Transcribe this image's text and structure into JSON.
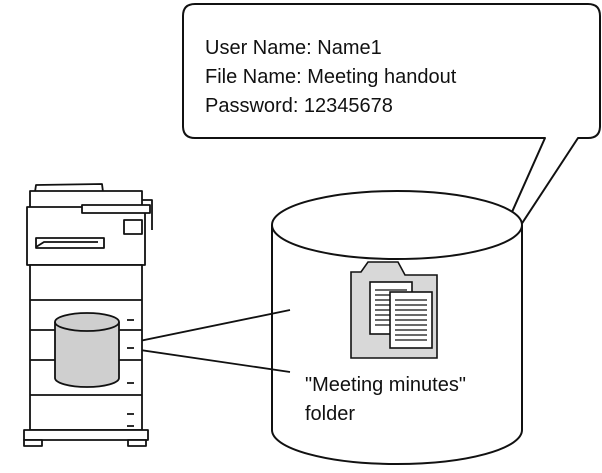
{
  "callout": {
    "user_name": "User Name: Name1",
    "file_name": "File Name: Meeting handout",
    "password": "Password: 12345678"
  },
  "folder": {
    "label_line1": "\"Meeting minutes\"",
    "label_line2": "folder"
  },
  "icons": {
    "printer": "multifunction-printer-icon",
    "storage": "database-cylinder-icon",
    "folder": "folder-with-documents-icon"
  },
  "colors": {
    "stroke": "#111111",
    "printer_fill": "#ffffff",
    "storage_fill": "#cfcfcf",
    "folder_fill": "#d8d8d8"
  }
}
